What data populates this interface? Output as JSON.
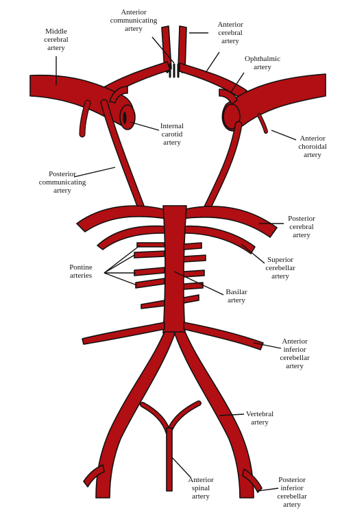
{
  "labels": {
    "anterior_communicating": [
      "Anterior",
      "communicating",
      "artery"
    ],
    "anterior_cerebral": [
      "Anterior",
      "cerebral",
      "artery"
    ],
    "middle_cerebral": [
      "Middle",
      "cerebral",
      "artery"
    ],
    "ophthalmic": [
      "Ophthalmic",
      "artery"
    ],
    "internal_carotid": [
      "Internal",
      "carotid",
      "artery"
    ],
    "anterior_choroidal": [
      "Anterior",
      "choroidal",
      "artery"
    ],
    "posterior_communicating": [
      "Posterior",
      "communicating",
      "artery"
    ],
    "posterior_cerebral": [
      "Posterior",
      "cerebral",
      "artery"
    ],
    "superior_cerebellar": [
      "Superior",
      "cerebellar",
      "artery"
    ],
    "pontine": [
      "Pontine",
      "arteries"
    ],
    "basilar": [
      "Basilar",
      "artery"
    ],
    "anterior_inferior_cerebellar": [
      "Anterior",
      "inferior",
      "cerebellar",
      "artery"
    ],
    "vertebral": [
      "Vertebral",
      "artery"
    ],
    "anterior_spinal": [
      "Anterior",
      "spinal",
      "artery"
    ],
    "posterior_inferior_cerebellar": [
      "Posterior",
      "inferior",
      "cerebellar",
      "artery"
    ]
  },
  "colors": {
    "artery": "#b10f13",
    "outline": "#111111",
    "background": "#ffffff"
  }
}
